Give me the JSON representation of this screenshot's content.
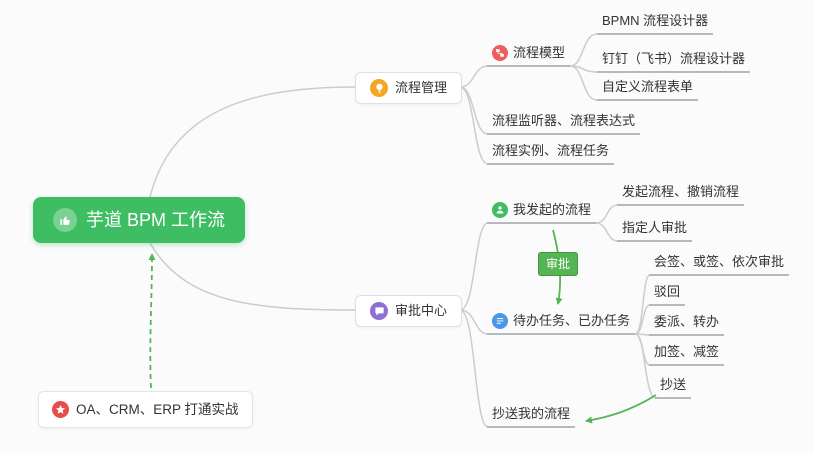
{
  "mindmap": {
    "root": "芋道 BPM 工作流",
    "note": "OA、CRM、ERP 打通实战",
    "relation_label": "审批",
    "process_mgmt": "流程管理",
    "process_model": "流程模型",
    "bpmn_designer": "BPMN 流程设计器",
    "dingtalk_designer": "钉钉（飞书）流程设计器",
    "custom_form": "自定义流程表单",
    "listener_expression": "流程监听器、流程表达式",
    "instance_task": "流程实例、流程任务",
    "approval_center": "审批中心",
    "my_initiated": "我发起的流程",
    "initiate_cancel": "发起流程、撤销流程",
    "assignee_approval": "指定人审批",
    "todo_done": "待办任务、已办任务",
    "countersign": "会签、或签、依次审批",
    "reject": "驳回",
    "delegate_transfer": "委派、转办",
    "add_reduce_sign": "加签、减签",
    "cc": "抄送",
    "cc_my_process": "抄送我的流程"
  },
  "icons": {
    "root": "thumbs-up",
    "process_mgmt": "lightbulb",
    "process_model": "flowchart",
    "approval_center": "chat-bubble",
    "my_initiated": "user",
    "todo_done": "task-list",
    "note": "star"
  },
  "colors": {
    "root_bg": "#3fbd63",
    "icon_orange": "#f5a623",
    "icon_red": "#ee5c5c",
    "icon_green": "#3fbd63",
    "icon_blue": "#4a96e8",
    "icon_purple": "#8f6ed5",
    "note_star_red": "#e84c4c",
    "relation_green": "#55b555",
    "branch_line_gray": "#c9cdd1"
  }
}
